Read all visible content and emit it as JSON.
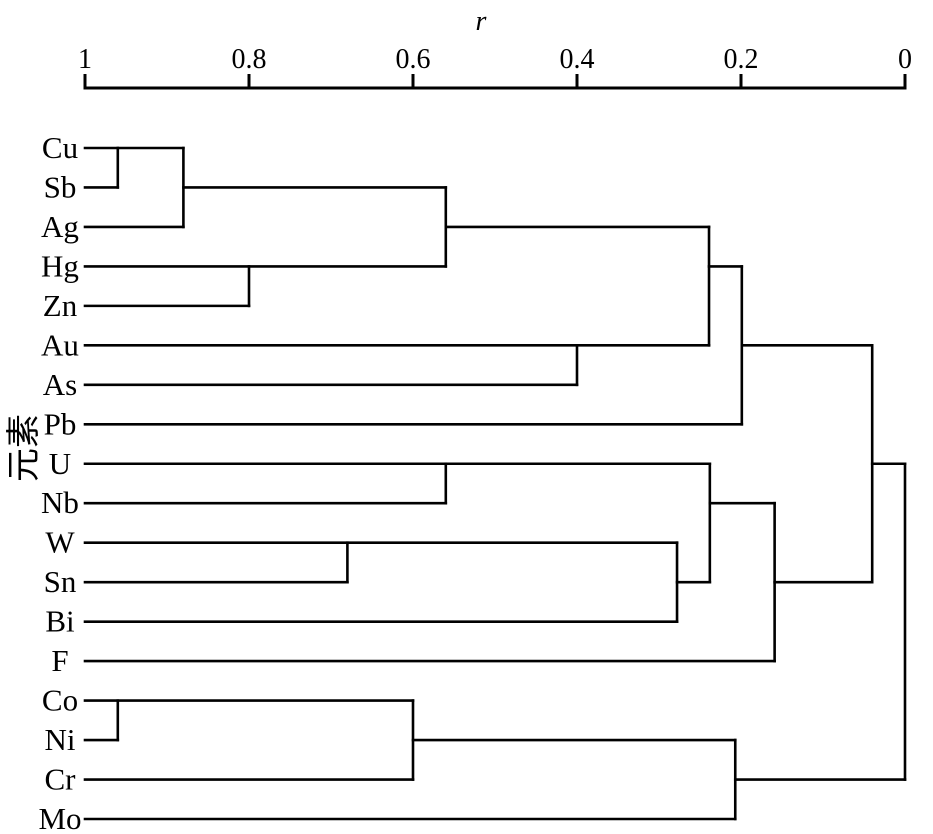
{
  "figure": {
    "background": "#ffffff",
    "line_color": "#000000",
    "ylabel": "元素",
    "axis": {
      "label": "r",
      "tick_labels": [
        "1",
        "0.8",
        "0.6",
        "0.4",
        "0.2",
        "0"
      ],
      "tick_values": [
        1,
        0.8,
        0.6,
        0.4,
        0.2,
        0
      ],
      "range": [
        1,
        0
      ],
      "side": "top"
    }
  },
  "chart_data": {
    "type": "dendrogram",
    "orientation": "horizontal-right-rooted",
    "title": "",
    "xlabel": "r",
    "ylabel": "元素",
    "axis_ticks": [
      1,
      0.8,
      0.6,
      0.4,
      0.2,
      0
    ],
    "grid": false,
    "leaves": [
      "Cu",
      "Sb",
      "Ag",
      "Hg",
      "Zn",
      "Au",
      "As",
      "Pb",
      "U",
      "Nb",
      "W",
      "Sn",
      "Bi",
      "F",
      "Co",
      "Ni",
      "Cr",
      "Mo"
    ],
    "merges": [
      {
        "r": 0.96,
        "join": [
          "Cu",
          "Sb"
        ]
      },
      {
        "r": 0.88,
        "join": [
          "Cu+Sb",
          "Ag"
        ]
      },
      {
        "r": 0.8,
        "join": [
          "Hg",
          "Zn"
        ]
      },
      {
        "r": 0.56,
        "join": [
          "Cu+Sb+Ag",
          "Hg+Zn"
        ]
      },
      {
        "r": 0.68,
        "join": [
          "W",
          "Sn"
        ]
      },
      {
        "r": 0.56,
        "join": [
          "U",
          "Nb"
        ]
      },
      {
        "r": 0.4,
        "join": [
          "Au",
          "As"
        ]
      },
      {
        "r": 0.28,
        "join": [
          "W+Sn",
          "Bi"
        ]
      },
      {
        "r": 0.24,
        "join": [
          "Cu+Sb+Ag+Hg+Zn",
          "Au+As"
        ]
      },
      {
        "r": 0.24,
        "join": [
          "U+Nb",
          "W+Sn+Bi"
        ]
      },
      {
        "r": 0.2,
        "join": [
          "Cu+Sb+Ag+Hg+Zn+Au+As",
          "Pb"
        ]
      },
      {
        "r": 0.16,
        "join": [
          "U+Nb+W+Sn+Bi",
          "F"
        ]
      },
      {
        "r": 0.96,
        "join": [
          "Co",
          "Ni"
        ]
      },
      {
        "r": 0.6,
        "join": [
          "Co+Ni",
          "Cr"
        ]
      },
      {
        "r": 0.21,
        "join": [
          "Co+Ni+Cr",
          "Mo"
        ]
      },
      {
        "r": 0.04,
        "join": [
          "Cu..Pb cluster",
          "U..F cluster"
        ]
      },
      {
        "r": 0.0,
        "join": [
          "Cu..F cluster",
          "Co+Ni+Cr+Mo"
        ]
      }
    ],
    "segments": {
      "horizontal": [
        {
          "row": 0,
          "from": 1.0,
          "to": 0.88
        },
        {
          "row": 1,
          "from": 1.0,
          "to": 0.96
        },
        {
          "row": 2,
          "from": 1.0,
          "to": 0.88
        },
        {
          "row": 3,
          "from": 1.0,
          "to": 0.56
        },
        {
          "row": 4,
          "from": 1.0,
          "to": 0.8
        },
        {
          "row": 5,
          "from": 1.0,
          "to": 0.239
        },
        {
          "row": 6,
          "from": 1.0,
          "to": 0.4
        },
        {
          "row": 7,
          "from": 1.0,
          "to": 0.199
        },
        {
          "row": 8,
          "from": 1.0,
          "to": 0.238
        },
        {
          "row": 9,
          "from": 1.0,
          "to": 0.56
        },
        {
          "row": 10,
          "from": 1.0,
          "to": 0.278
        },
        {
          "row": 11,
          "from": 1.0,
          "to": 0.68
        },
        {
          "row": 12,
          "from": 1.0,
          "to": 0.278
        },
        {
          "row": 13,
          "from": 1.0,
          "to": 0.159
        },
        {
          "row": 14,
          "from": 1.0,
          "to": 0.6
        },
        {
          "row": 15,
          "from": 1.0,
          "to": 0.96
        },
        {
          "row": 16,
          "from": 1.0,
          "to": 0.6
        },
        {
          "row": 17,
          "from": 1.0,
          "to": 0.207
        },
        {
          "row": 1,
          "from": 0.88,
          "to": 0.56
        },
        {
          "row": 2,
          "from": 0.56,
          "to": 0.239
        },
        {
          "row": 3,
          "from": 0.239,
          "to": 0.199
        },
        {
          "row": 5,
          "from": 0.199,
          "to": 0.04
        },
        {
          "row": 8,
          "from": 0.04,
          "to": 0.0
        },
        {
          "row": 9,
          "from": 0.238,
          "to": 0.159
        },
        {
          "row": 11,
          "from": 0.278,
          "to": 0.238
        },
        {
          "row": 11,
          "from": 0.159,
          "to": 0.04
        },
        {
          "row": 15,
          "from": 0.6,
          "to": 0.207
        },
        {
          "row": 16,
          "from": 0.207,
          "to": 0.0
        }
      ],
      "vertical": [
        {
          "r": 0.96,
          "rows": [
            0,
            1
          ]
        },
        {
          "r": 0.88,
          "rows": [
            0,
            2
          ]
        },
        {
          "r": 0.8,
          "rows": [
            3,
            4
          ]
        },
        {
          "r": 0.56,
          "rows": [
            1,
            3
          ]
        },
        {
          "r": 0.4,
          "rows": [
            5,
            6
          ]
        },
        {
          "r": 0.239,
          "rows": [
            2,
            5
          ]
        },
        {
          "r": 0.199,
          "rows": [
            3,
            7
          ]
        },
        {
          "r": 0.56,
          "rows": [
            8,
            9
          ]
        },
        {
          "r": 0.68,
          "rows": [
            10,
            11
          ]
        },
        {
          "r": 0.278,
          "rows": [
            10,
            12
          ]
        },
        {
          "r": 0.238,
          "rows": [
            8,
            11
          ]
        },
        {
          "r": 0.159,
          "rows": [
            9,
            13
          ]
        },
        {
          "r": 0.04,
          "rows": [
            5,
            11
          ]
        },
        {
          "r": 0.96,
          "rows": [
            14,
            15
          ]
        },
        {
          "r": 0.6,
          "rows": [
            14,
            16
          ]
        },
        {
          "r": 0.207,
          "rows": [
            15,
            17
          ]
        },
        {
          "r": 0.0,
          "rows": [
            8,
            16
          ]
        }
      ]
    }
  }
}
